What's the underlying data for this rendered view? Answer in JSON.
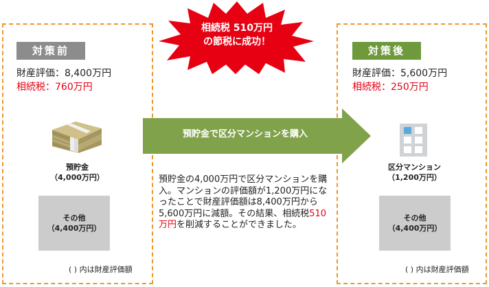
{
  "burst": {
    "line1": "相続税 510万円",
    "line2": "の節税に成功！"
  },
  "before": {
    "tag": "対策前",
    "valuation": "財産評価：8,400万円",
    "tax": "相続税：760万円",
    "cash_label": "預貯金",
    "cash_value": "（4,000万円）",
    "other_label": "その他",
    "other_value": "（4,400万円）",
    "note": "( ) 内は財産評価額"
  },
  "arrow": {
    "label": "預貯金で区分マンションを購入"
  },
  "description": {
    "part1": "預貯金の4,000万円で区分マンションを購入。マンションの評価額が1,200万円になったことで財産評価額は8,400万円から5,600万円に減額。その結果、相続税",
    "highlight": "510万円",
    "part2": "を削減することができました。"
  },
  "after": {
    "tag": "対策後",
    "valuation": "財産評価：5,600万円",
    "tax": "相続税：250万円",
    "apt_label": "区分マンション",
    "apt_value": "（1,200万円）",
    "other_label": "その他",
    "other_value": "（4,400万円）",
    "note": "( ) 内は財産評価額"
  },
  "colors": {
    "border": "#f0962a",
    "tag_before": "#8c8c8c",
    "tag_after": "#6e9a3c",
    "arrow": "#7fa24a",
    "burst": "#e60012",
    "tax_red": "#e60012",
    "gray_box": "#cccccc"
  }
}
